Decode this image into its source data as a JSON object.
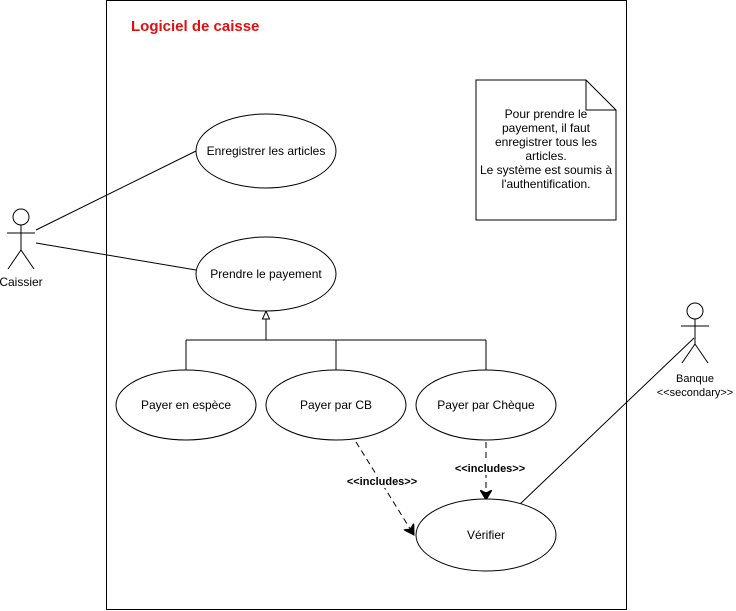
{
  "system": {
    "title": "Logiciel de caisse",
    "title_color": "#e01010"
  },
  "actors": {
    "caissier": {
      "name": "Caissier"
    },
    "banque": {
      "name": "Banque",
      "stereotype": "<<secondary>>"
    }
  },
  "use_cases": {
    "enregistrer": "Enregistrer les articles",
    "prendre": "Prendre le payement",
    "espece": "Payer en espèce",
    "cb": "Payer par CB",
    "cheque": "Payer par Chèque",
    "verifier": "Vérifier"
  },
  "relations": {
    "includes_label": "<<includes>>"
  },
  "note": {
    "lines": [
      "Pour prendre le",
      "payement, il faut",
      "enregistrer tous les",
      "articles.",
      "Le système est soumis à",
      "l'authentification."
    ]
  }
}
